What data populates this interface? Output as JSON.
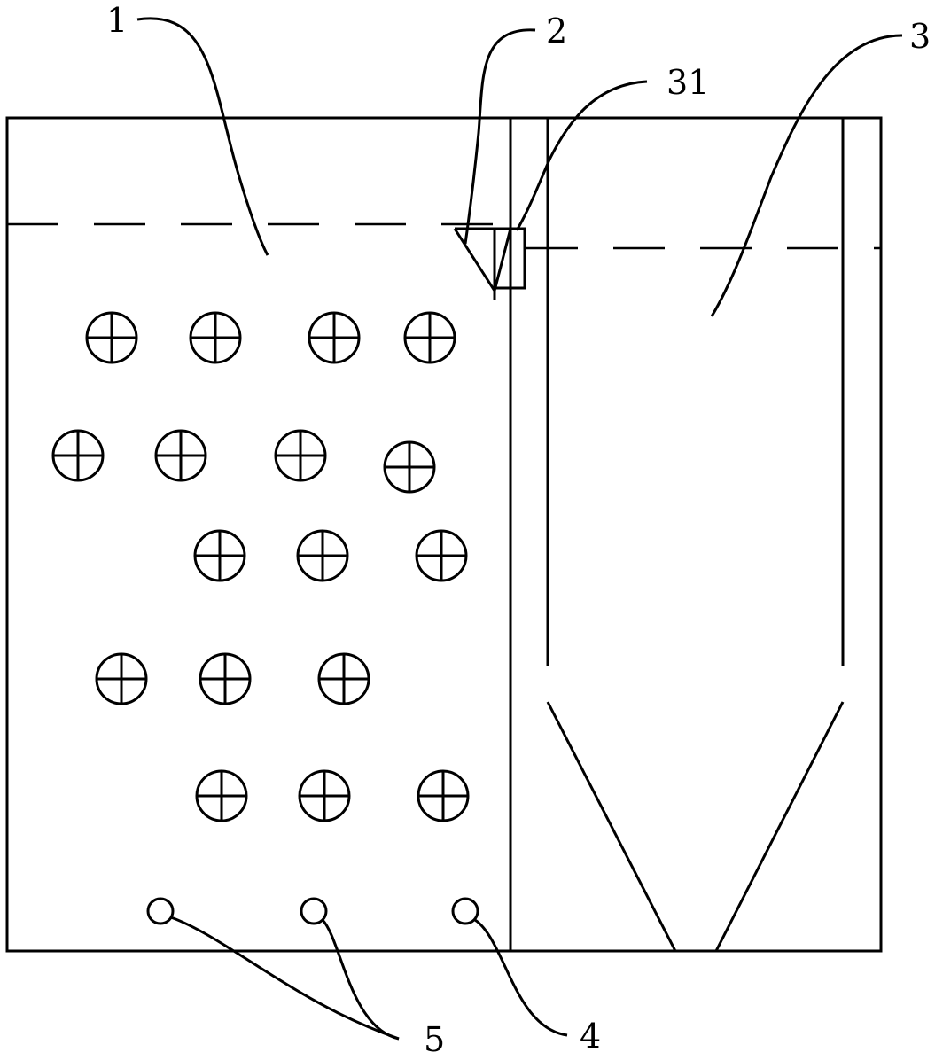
{
  "labels": {
    "tank": "1",
    "weir": "2",
    "settler": "3",
    "baffle": "31",
    "outlet": "4",
    "aerators": "5"
  },
  "icons": {
    "media_symbol": "circle-cross-icon",
    "nozzle_symbol": "small-circle-icon"
  }
}
